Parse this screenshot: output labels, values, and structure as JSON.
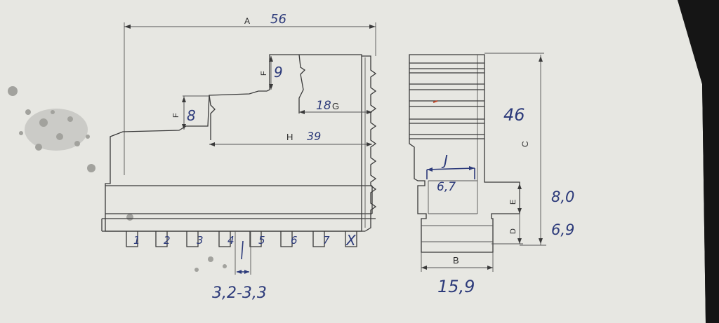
{
  "labels": {
    "A": "A",
    "A_val": "56",
    "F1": "F",
    "F1_val": "8",
    "F2": "F",
    "F2_val": "9",
    "G": "G",
    "G_val": "18",
    "H": "H",
    "H_val": "39",
    "I_val": "3,2-3,3",
    "J": "J",
    "J_val": "6,7",
    "C": "C",
    "C_val": "46",
    "E": "E",
    "E_val": "8,0",
    "D": "D",
    "D_val": "6,9",
    "B": "B",
    "B_val": "15,9"
  },
  "slot_numbers": [
    "1",
    "2",
    "3",
    "4",
    "5",
    "6",
    "7"
  ],
  "slot_crossed": "X",
  "colors": {
    "paper": "#e9e9e4",
    "print": "#3a3a3a",
    "pen": "#2c3a7a"
  }
}
